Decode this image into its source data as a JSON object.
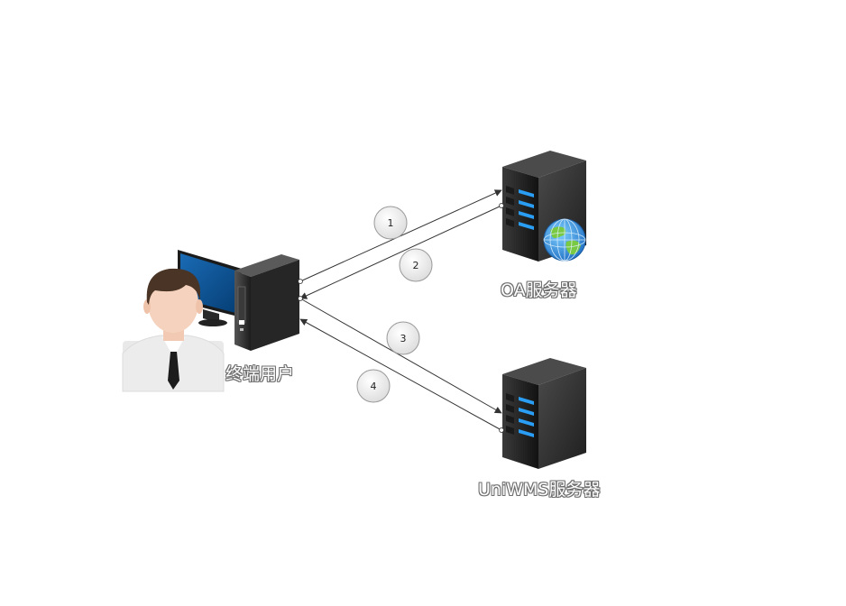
{
  "nodes": {
    "terminal_user": {
      "label": "终端用户"
    },
    "oa_server": {
      "label": "OA服务器"
    },
    "uniwms_server": {
      "label": "UniWMS服务器"
    }
  },
  "steps": [
    {
      "label": "1",
      "from": "terminal_user",
      "to": "oa_server"
    },
    {
      "label": "2",
      "from": "oa_server",
      "to": "terminal_user"
    },
    {
      "label": "3",
      "from": "terminal_user",
      "to": "uniwms_server"
    },
    {
      "label": "4",
      "from": "uniwms_server",
      "to": "terminal_user"
    }
  ],
  "colors": {
    "server_body": "#2f2f2f",
    "server_led": "#2a9df4",
    "monitor_screen": "#0a4f8f",
    "arrow": "#333333"
  }
}
